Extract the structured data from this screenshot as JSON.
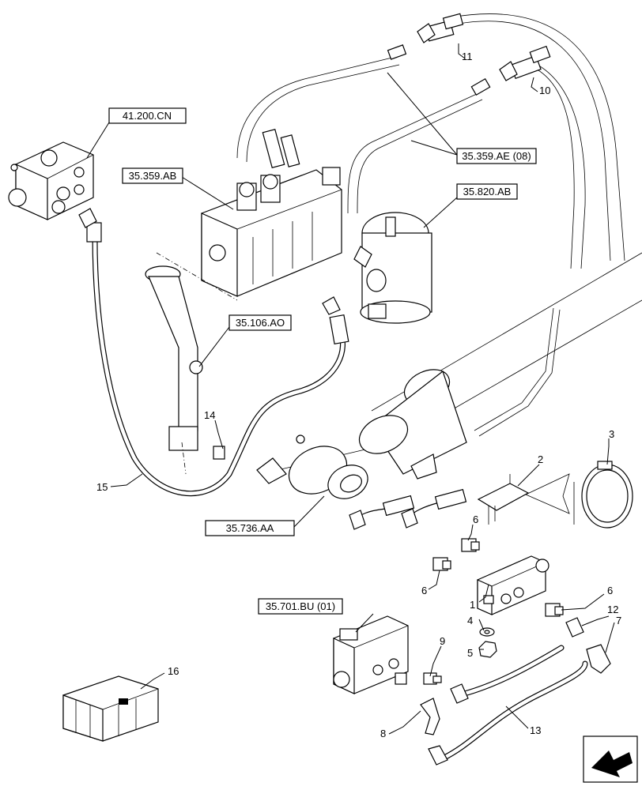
{
  "references": {
    "r41200cn": "41.200.CN",
    "r35359ab": "35.359.AB",
    "r35359ae": "35.359.AE (08)",
    "r35820ab": "35.820.AB",
    "r35106ao": "35.106.AO",
    "r35736aa": "35.736.AA",
    "r35701bu": "35.701.BU (01)"
  },
  "callouts": {
    "c1": "1",
    "c2": "2",
    "c3": "3",
    "c4": "4",
    "c5": "5",
    "c6a": "6",
    "c6b": "6",
    "c6c": "6",
    "c7": "7",
    "c8": "8",
    "c9": "9",
    "c10": "10",
    "c11": "11",
    "c12": "12",
    "c13": "13",
    "c14": "14",
    "c15": "15",
    "c16": "16"
  }
}
